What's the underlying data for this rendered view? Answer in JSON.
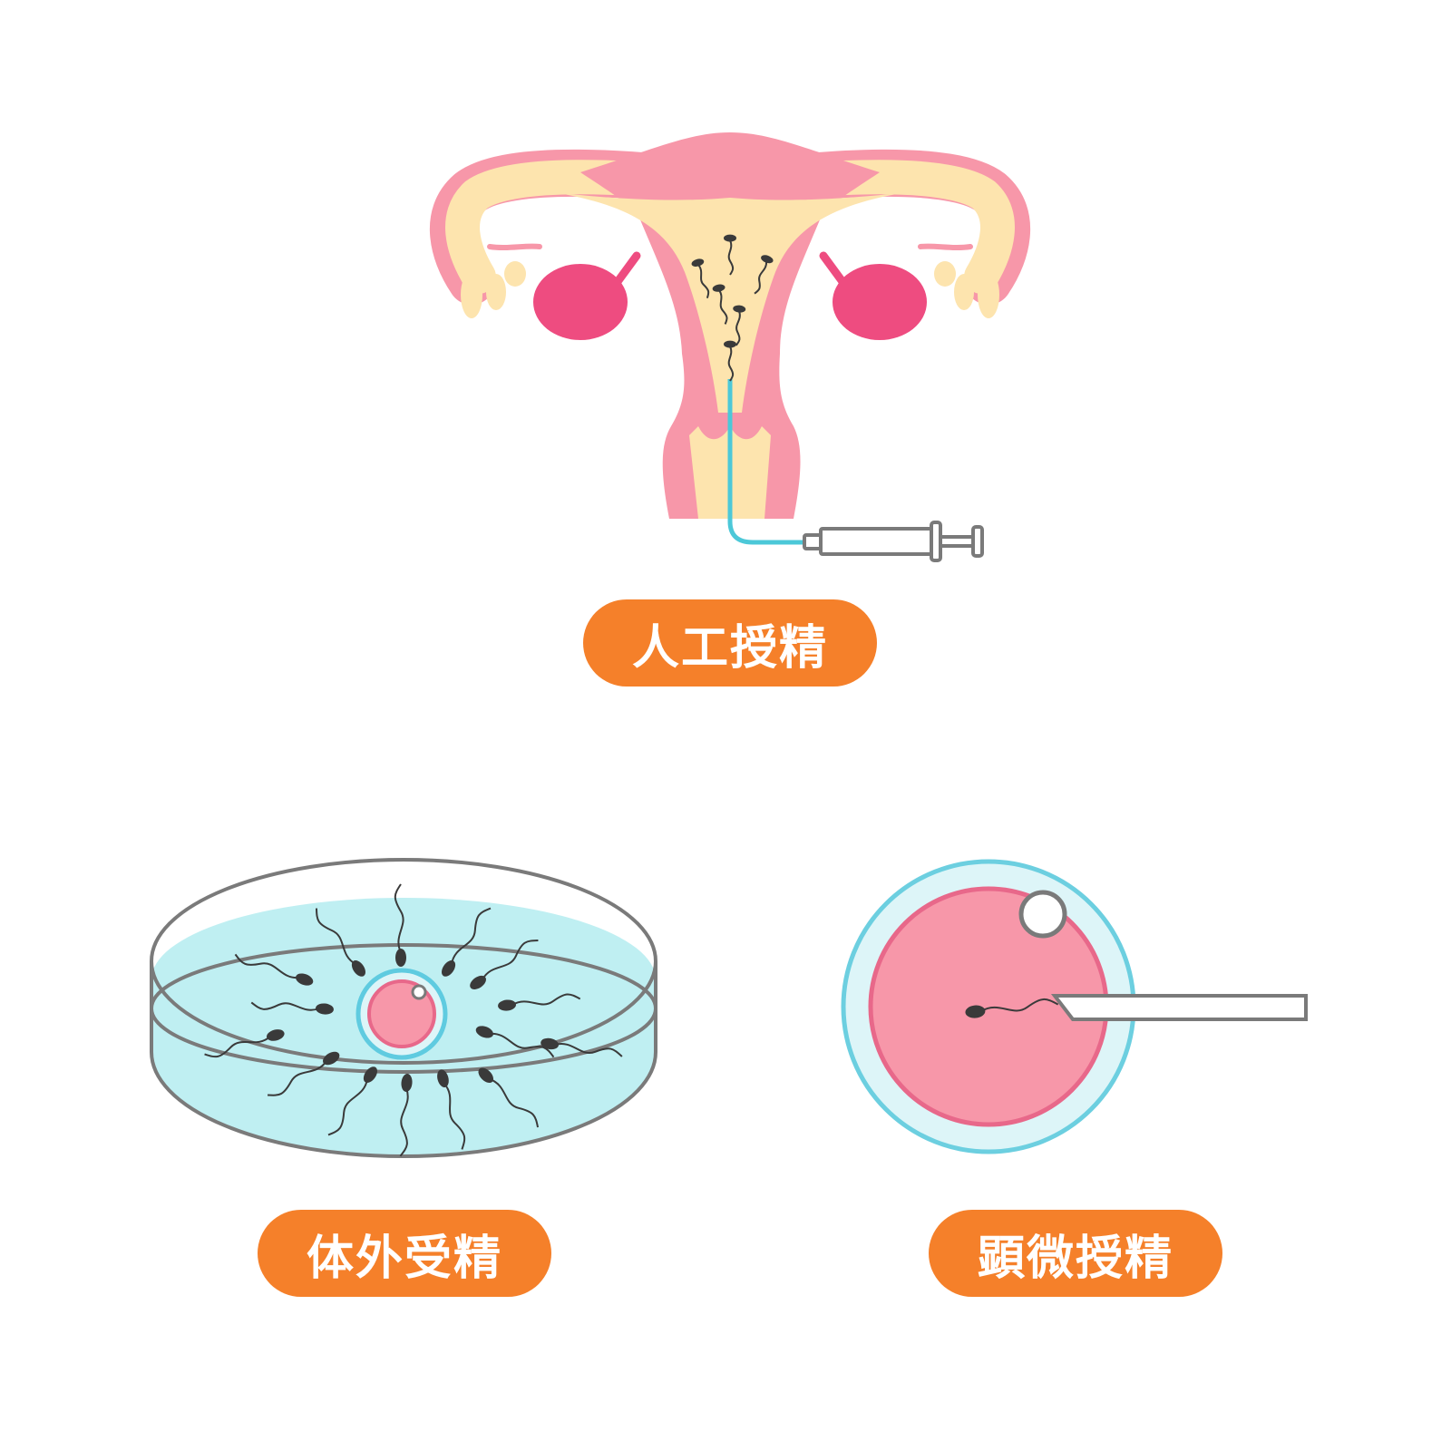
{
  "labels": {
    "artificial_insemination": "人工授精",
    "ivf": "体外受精",
    "icsi": "顕微授精"
  },
  "colors": {
    "label_bg": "#F5802A",
    "uterus_pink": "#F797A9",
    "cavity_yellow": "#FDE4AE",
    "ovary": "#EE4C80",
    "catheter": "#4CC8D8",
    "sperm": "#3A3A3A",
    "dish_liquid": "#BFEFF2",
    "outline_gray": "#7A7A7A"
  },
  "icons": [
    "uterus-illustration",
    "syringe-icon",
    "sperm-icon",
    "petri-dish-illustration",
    "egg-cell-illustration",
    "micropipette-icon"
  ]
}
